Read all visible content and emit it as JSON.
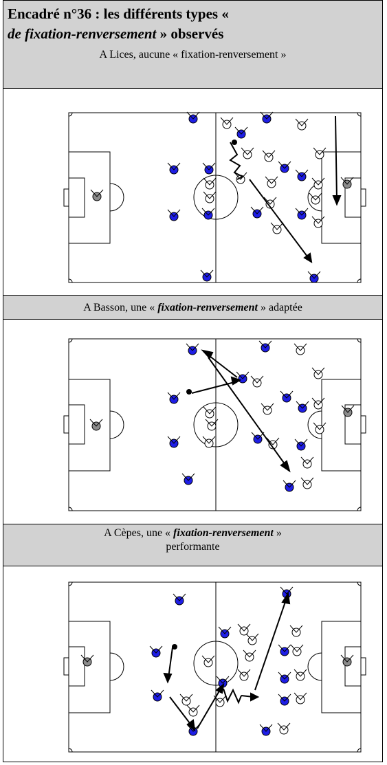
{
  "title": {
    "prefix": "Encadré n°36 : les différents types « ",
    "italic": "de fixation-renversement",
    "suffix": " » observés"
  },
  "sections": [
    {
      "label_before": "A Lices, aucune « fixation-renversement »",
      "label_italic": "",
      "label_after": "",
      "label_line2": ""
    },
    {
      "label_before": "A Basson, une « ",
      "label_italic": "fixation-renversement",
      "label_after": " » adaptée",
      "label_line2": ""
    },
    {
      "label_before": "A Cèpes, une « ",
      "label_italic": "fixation-renversement",
      "label_after": " »",
      "label_line2": "performante"
    }
  ],
  "colors": {
    "attacker": "#1e1ee6",
    "goalkeeper": "#8c8c8c",
    "ball": "#000000",
    "header_bg": "#d2d2d2"
  }
}
